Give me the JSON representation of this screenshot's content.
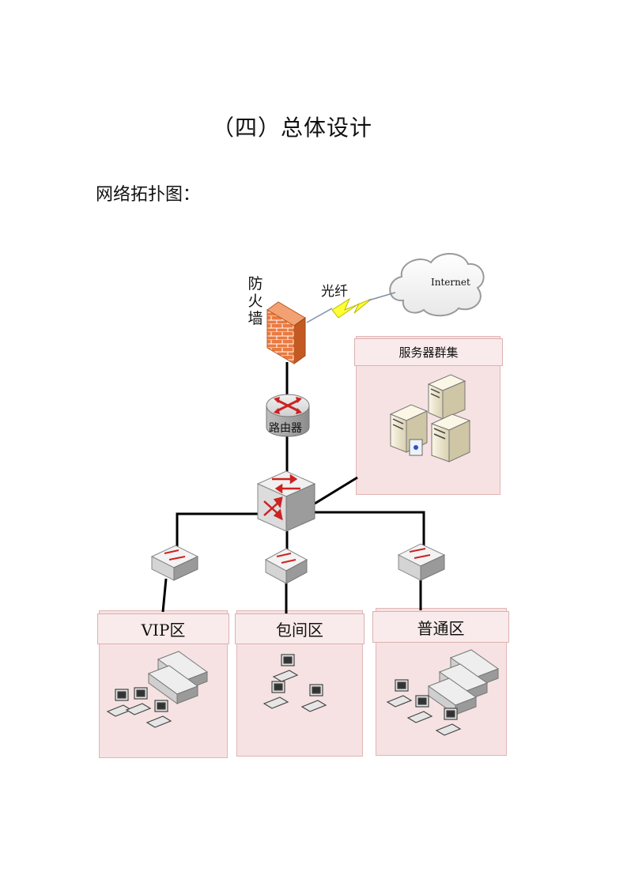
{
  "page": {
    "title": "（四）总体设计",
    "subtitle": "网络拓扑图："
  },
  "diagram": {
    "firewall_label": "防火墙",
    "fiber_label": "光纤",
    "internet_label": "Internet",
    "router_label": "路由器",
    "server_cluster_label": "服务器群集",
    "zones": [
      {
        "label": "VIP区"
      },
      {
        "label": "包间区"
      },
      {
        "label": "普通区"
      }
    ],
    "colors": {
      "zone_fill": "#f6e2e2",
      "firewall_brick": "#e8743b",
      "lightning": "#ffff33",
      "arrow_red": "#cc2222"
    }
  }
}
